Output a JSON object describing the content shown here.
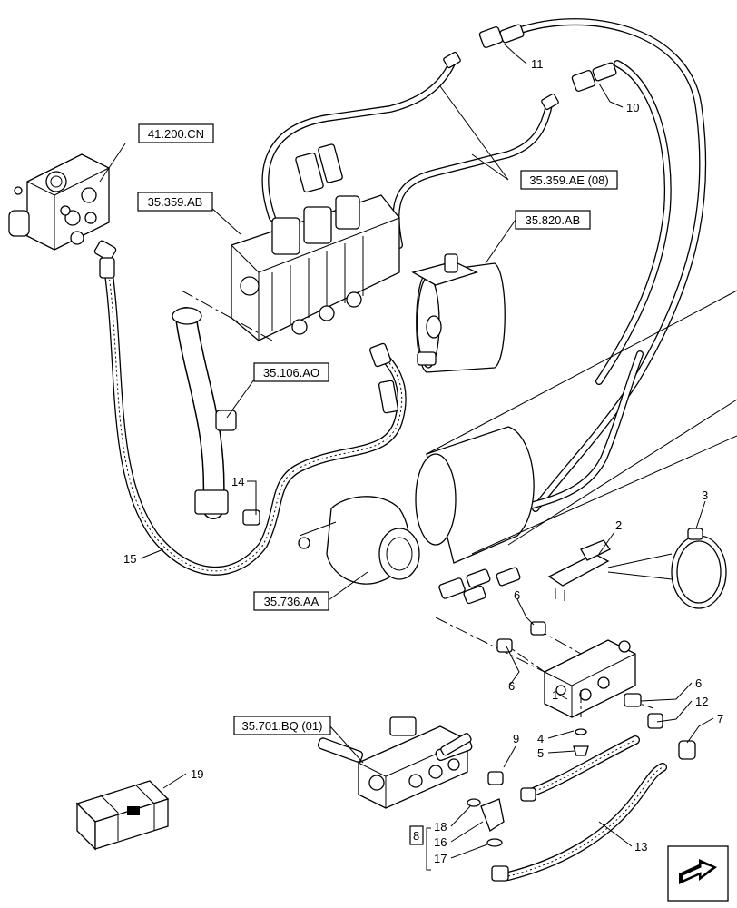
{
  "references": {
    "r1": "41.200.CN",
    "r2": "35.359.AB",
    "r3": "35.359.AE (08)",
    "r4": "35.820.AB",
    "r5": "35.106.AO",
    "r6": "35.736.AA",
    "r7": "35.701.BQ (01)"
  },
  "callouts": {
    "c1": "1",
    "c2": "2",
    "c3": "3",
    "c4": "4",
    "c5": "5",
    "c6a": "6",
    "c6b": "6",
    "c6c": "6",
    "c7": "7",
    "c8": "8",
    "c9": "9",
    "c10": "10",
    "c11": "11",
    "c12": "12",
    "c13": "13",
    "c14": "14",
    "c15": "15",
    "c16": "16",
    "c17": "17",
    "c18": "18",
    "c19": "19"
  },
  "icons": {
    "nav": "next-page-arrow-icon",
    "kit": "kit-box-icon"
  }
}
